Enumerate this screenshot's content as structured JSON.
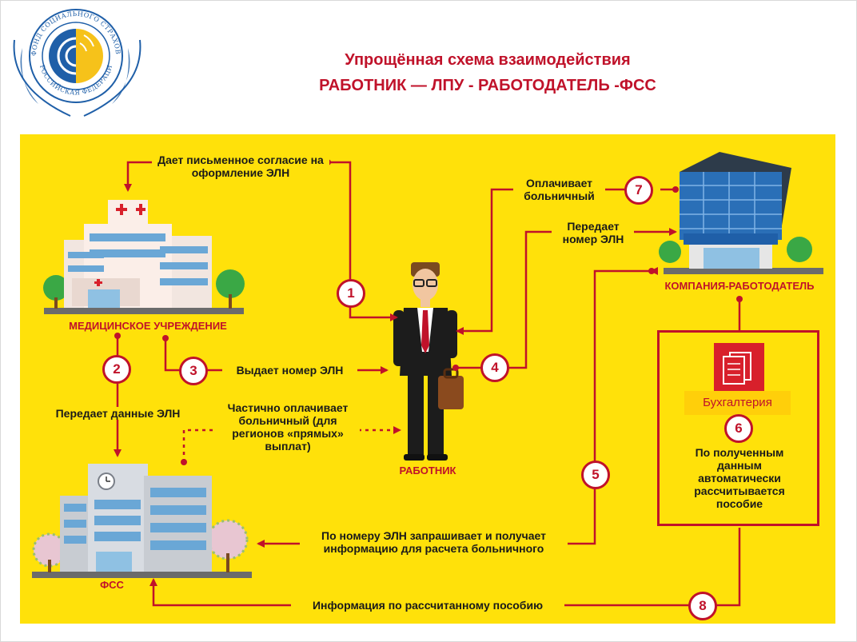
{
  "header": {
    "title_line1": "Упрощённая схема взаимодействия",
    "title_line2": "РАБОТНИК — ЛПУ - РАБОТОДАТЕЛЬ -ФСС"
  },
  "logo": {
    "ring_text_top": "ФОНД СОЦИАЛЬНОГО СТРАХОВАНИЯ",
    "ring_text_bottom": "РОССИЙСКАЯ ФЕДЕРАЦИЯ",
    "colors": {
      "blue": "#1f5fa8",
      "yellow": "#f6c21a"
    }
  },
  "entities": {
    "medical": "МЕДИЦИНСКОЕ УЧРЕЖДЕНИЕ",
    "worker": "РАБОТНИК",
    "employer": "КОМПАНИЯ-РАБОТОДАТЕЛЬ",
    "fss": "ФСС",
    "accounting": "Бухгалтерия"
  },
  "steps": [
    {
      "num": "1",
      "label": "Дает письменное согласие на оформление ЭЛН"
    },
    {
      "num": "2",
      "label": "Передает данные ЭЛН"
    },
    {
      "num": "3",
      "label": "Выдает номер ЭЛН"
    },
    {
      "num": "4",
      "label": "Передает номер ЭЛН"
    },
    {
      "num": "5",
      "label": "По номеру ЭЛН запрашивает и получает информацию для расчета больничного"
    },
    {
      "num": "6",
      "label": "По полученным данным автоматически рассчитывается пособие"
    },
    {
      "num": "7",
      "label": "Оплачивает больничный"
    },
    {
      "num": "8",
      "label": "Информация по рассчитанному пособию"
    }
  ],
  "extra_note": "Частично оплачивает больничный (для регионов «прямых» выплат)",
  "colors": {
    "panel": "#ffe10a",
    "accent": "#c0122a",
    "text": "#1a1a1a"
  }
}
